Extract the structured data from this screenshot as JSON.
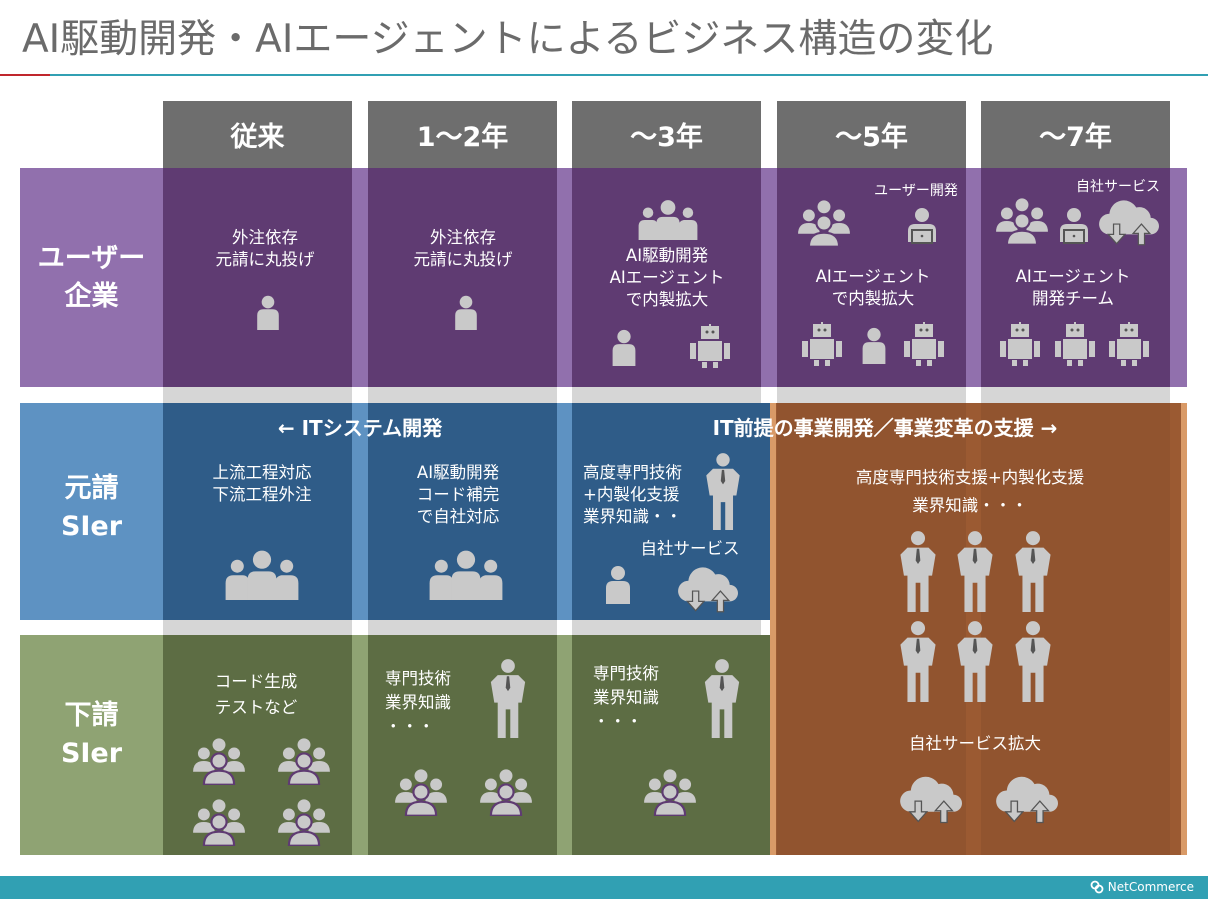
{
  "title": "AI駆動開発・AIエージェントによるビジネス構造の変化",
  "columns": [
    "従来",
    "1〜2年",
    "〜3年",
    "〜5年",
    "〜7年"
  ],
  "rows": {
    "user": "ユーザー\n企業",
    "prime": "元請\nSIer",
    "sub": "下請\nSIer"
  },
  "user": {
    "c1": "外注依存\n元請に丸投げ",
    "c2": "外注依存\n元請に丸投げ",
    "c3": "AI駆動開発\nAIエージェント\nで内製拡大",
    "c4_label": "ユーザー開発",
    "c4": "AIエージェント\nで内製拡大",
    "c5_label": "自社サービス",
    "c5": "AIエージェント\n開発チーム"
  },
  "prime": {
    "banner_left": "← ITシステム開発",
    "banner_right": "IT前提の事業開発／事業変革の支援 →",
    "c1": "上流工程対応\n下流工程外注",
    "c2": "AI駆動開発\nコード補完\nで自社対応",
    "c3": "高度専門技術\n+内製化支援\n業界知識・・",
    "c3_service": "自社サービス",
    "orange": "高度専門技術支援+内製化支援\n業界知識・・・",
    "orange_service": "自社サービス拡大"
  },
  "sub": {
    "c1": "コード生成\nテストなど",
    "c2": "専門技術\n業界知識\n・・・",
    "c3": "専門技術\n業界知識\n・・・"
  },
  "footer": {
    "logo": "NetCommerce"
  },
  "colors": {
    "purple": "#5f3b72",
    "blue": "#2f5c88",
    "green": "#5d6d44",
    "orange": "#9b5a32",
    "teal": "#31a0b3",
    "header": "#6e6e6e"
  }
}
